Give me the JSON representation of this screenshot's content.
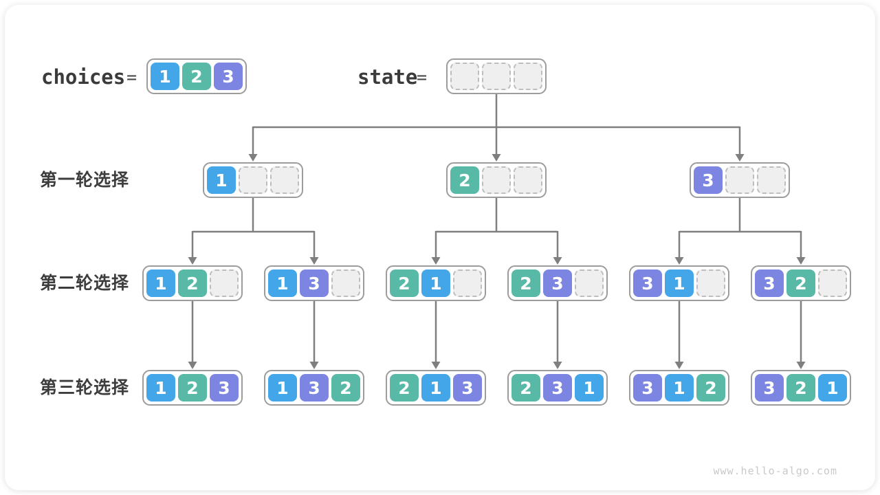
{
  "header": {
    "choices_label": "choices",
    "choices_equals": "=",
    "choices_values": [
      1,
      2,
      3
    ],
    "state_label": "state",
    "state_equals": "=",
    "state_values": [
      null,
      null,
      null
    ]
  },
  "rows": [
    {
      "label": "第一轮选择",
      "nodes": [
        [
          1,
          null,
          null
        ],
        [
          2,
          null,
          null
        ],
        [
          3,
          null,
          null
        ]
      ]
    },
    {
      "label": "第二轮选择",
      "nodes": [
        [
          1,
          2,
          null
        ],
        [
          1,
          3,
          null
        ],
        [
          2,
          1,
          null
        ],
        [
          2,
          3,
          null
        ],
        [
          3,
          1,
          null
        ],
        [
          3,
          2,
          null
        ]
      ]
    },
    {
      "label": "第三轮选择",
      "nodes": [
        [
          1,
          2,
          3
        ],
        [
          1,
          3,
          2
        ],
        [
          2,
          1,
          3
        ],
        [
          2,
          3,
          1
        ],
        [
          3,
          1,
          2
        ],
        [
          3,
          2,
          1
        ]
      ]
    }
  ],
  "watermark": "www.hello-algo.com",
  "colors": {
    "value_1": "#43A6E8",
    "value_2": "#58B9A7",
    "value_3": "#7C86E2",
    "arrow": "#7F7F7F",
    "box_border": "#9C9C9C",
    "empty_cell_fill": "#EFEFEF",
    "empty_cell_border": "#BDBDBD",
    "label_text": "#3B3B3B",
    "cell_text": "#FFFFFF",
    "watermark_text": "#C9C9C9"
  }
}
